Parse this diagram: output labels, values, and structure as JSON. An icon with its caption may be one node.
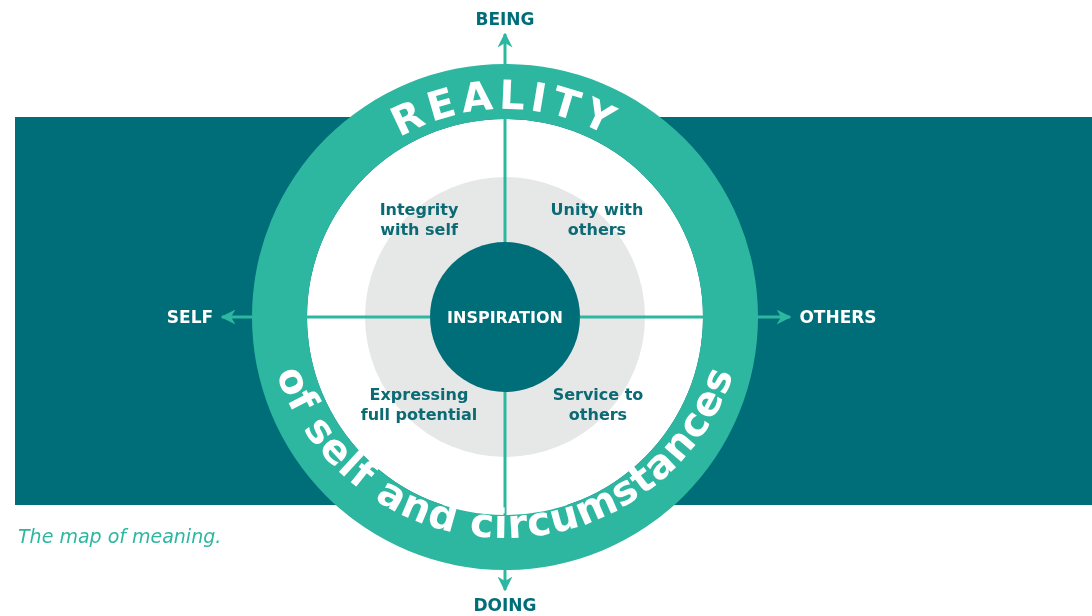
{
  "diagram": {
    "caption": "The map of meaning.",
    "nodes": [
      {
        "text": [
          "REALITY",
          "of self and circumstances"
        ]
      },
      {
        "text": [
          "INSPIRATION"
        ],
        "in": 0
      },
      {
        "text": [
          "BEING"
        ]
      },
      {
        "text": [
          "SELF"
        ]
      },
      {
        "text": [
          "OTHERS"
        ]
      },
      {
        "text": [
          "DOING"
        ]
      }
    ],
    "edges": [
      {
        "from": 0,
        "to": 2,
        "arrow": "to"
      },
      {
        "from": 0,
        "to": 3,
        "arrow": "to"
      },
      {
        "from": 0,
        "to": 4,
        "arrow": "to"
      },
      {
        "from": 0,
        "to": 5,
        "arrow": "to"
      }
    ],
    "labels": [
      "Integrity with self",
      "Unity with others",
      "Expressing full potential",
      "Service to others"
    ]
  }
}
